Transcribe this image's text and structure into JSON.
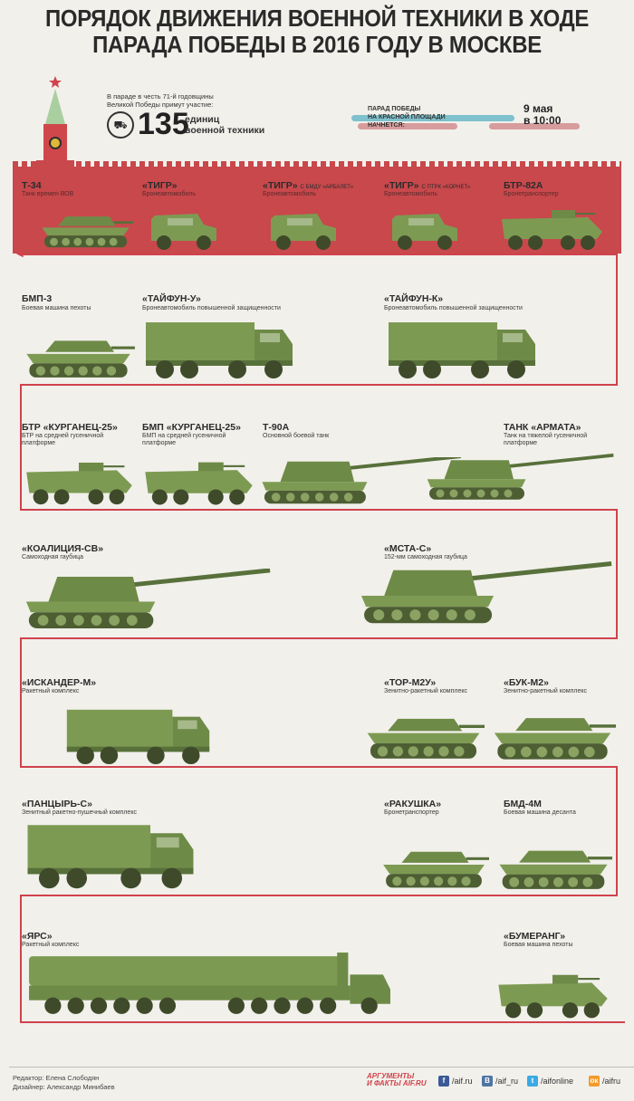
{
  "title": [
    "ПОРЯДОК ДВИЖЕНИЯ ВОЕННОЙ ТЕХНИКИ В ХОДЕ",
    "ПАРАДА ПОБЕДЫ В 2016 ГОДУ В МОСКВЕ"
  ],
  "intro": {
    "line1": "В параде в честь 71-й годовщины",
    "line2": "Великой Победы примут участие:",
    "count": "135",
    "unit1": "единиц",
    "unit2": "военной техники"
  },
  "schedule": {
    "l1": "ПАРАД ПОБЕДЫ",
    "l2": "НА КРАСНОЙ ПЛОЩАДИ",
    "l3": "НАЧНЕТСЯ:",
    "date": "9 мая",
    "time": "в 10:00"
  },
  "vehicles": [
    {
      "name": "Т-34",
      "desc": "Танк времен ВОВ"
    },
    {
      "name": "«ТИГР»",
      "desc": "Бронеавтомобиль"
    },
    {
      "name": "«ТИГР»",
      "extra": "С БМДУ «АРБАЛЕТ»",
      "desc": "Бронеавтомобиль"
    },
    {
      "name": "«ТИГР»",
      "extra": "С ПТРК «КОРНЕТ»",
      "desc": "Бронеавтомобиль"
    },
    {
      "name": "БТР-82А",
      "desc": "Бронетранспортер"
    },
    {
      "name": "БМП-3",
      "desc": "Боевая машина пехоты"
    },
    {
      "name": "«ТАЙФУН-У»",
      "desc": "Бронеавтомобиль повышенной защищенности"
    },
    {
      "name": "«ТАЙФУН-К»",
      "desc": "Бронеавтомобиль повышенной защищенности"
    },
    {
      "name": "БТР «КУРГАНЕЦ-25»",
      "desc": "БТР на средней гусеничной платформе"
    },
    {
      "name": "БМП «КУРГАНЕЦ-25»",
      "desc": "БМП на средней гусеничной платформе"
    },
    {
      "name": "Т-90А",
      "desc": "Основной боевой танк"
    },
    {
      "name": "ТАНК «АРМАТА»",
      "desc": "Танк на тяжелой гусеничной платформе"
    },
    {
      "name": "«КОАЛИЦИЯ-СВ»",
      "desc": "Самоходная гаубица"
    },
    {
      "name": "«МСТА-С»",
      "desc": "152-мм самоходная гаубица"
    },
    {
      "name": "«ИСКАНДЕР-М»",
      "desc": "Ракетный комплекс"
    },
    {
      "name": "«ТОР-М2У»",
      "desc": "Зенитно-ракетный комплекс"
    },
    {
      "name": "«БУК-М2»",
      "desc": "Зенитно-ракетный комплекс"
    },
    {
      "name": "«ПАНЦЫРЬ-С»",
      "desc": "Зенитный ракетно-пушечный комплекс"
    },
    {
      "name": "«РАКУШКА»",
      "desc": "Бронетранспортер"
    },
    {
      "name": "БМД-4М",
      "desc": "Боевая машина десанта"
    },
    {
      "name": "«ЯРС»",
      "desc": "Ракетный комплекс"
    },
    {
      "name": "«БУМЕРАНГ»",
      "desc": "Боевая машина пехоты"
    }
  ],
  "footer": {
    "editor": "Редактор: Елена Слободян",
    "designer": "Дизайнер: Александр Минибаев",
    "logo1": "АРГУМЕНТЫ",
    "logo2": "И ФАКТЫ AIF.RU",
    "social": [
      {
        "icon": "facebook-icon",
        "glyph": "f",
        "label": "/aif.ru",
        "color": "#3b5998"
      },
      {
        "icon": "vkontakte-icon",
        "glyph": "В",
        "label": "/aif_ru",
        "color": "#4c75a3"
      },
      {
        "icon": "twitter-icon",
        "glyph": "t",
        "label": "/aifonline",
        "color": "#3aa9e4"
      },
      {
        "icon": "odnoklassniki-icon",
        "glyph": "ок",
        "label": "/aifru",
        "color": "#f39a2a"
      }
    ]
  },
  "colors": {
    "red": "#d0424c",
    "wall": "#c8484c",
    "green": "#6e8a47",
    "bg": "#f1f0eb"
  }
}
